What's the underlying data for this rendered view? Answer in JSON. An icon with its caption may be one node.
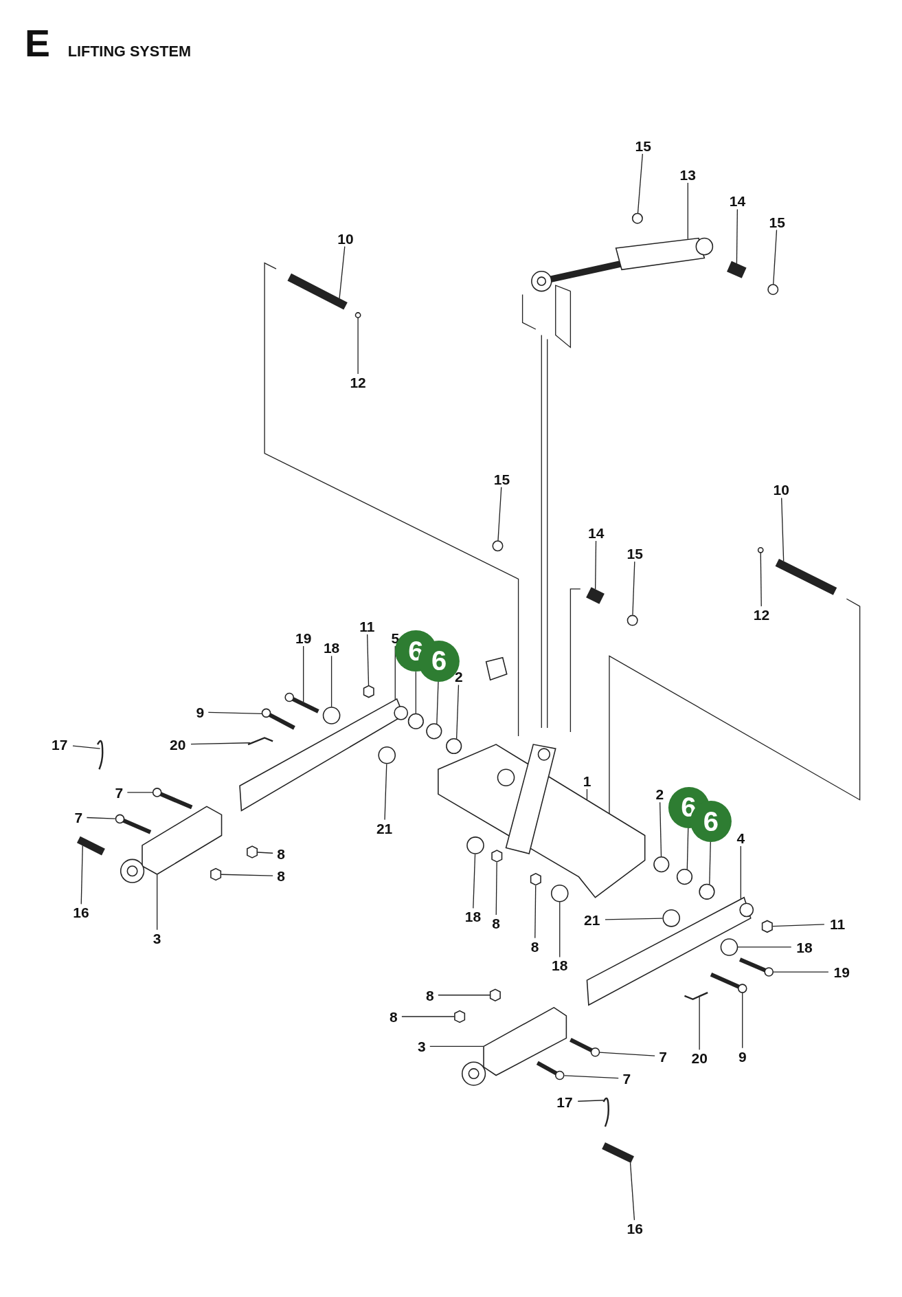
{
  "diagram": {
    "title": "LIFTING SYSTEM",
    "labels": [
      "E"
    ],
    "nodes": [
      {
        "text": [
          "15"
        ]
      },
      {
        "text": [
          "13"
        ]
      },
      {
        "text": [
          "14"
        ]
      },
      {
        "text": [
          "15"
        ]
      },
      {
        "text": [
          "10"
        ]
      },
      {
        "text": [
          "12"
        ]
      },
      {
        "text": [
          "15"
        ]
      },
      {
        "text": [
          "10"
        ]
      },
      {
        "text": [
          "14"
        ]
      },
      {
        "text": [
          "15"
        ]
      },
      {
        "text": [
          "12"
        ]
      },
      {
        "text": [
          "19"
        ]
      },
      {
        "text": [
          "18"
        ]
      },
      {
        "text": [
          "11"
        ]
      },
      {
        "text": [
          "5"
        ]
      },
      {
        "text": [
          "6"
        ]
      },
      {
        "text": [
          "6"
        ]
      },
      {
        "text": [
          "2"
        ]
      },
      {
        "text": [
          "9"
        ]
      },
      {
        "text": [
          "17"
        ]
      },
      {
        "text": [
          "20"
        ]
      },
      {
        "text": [
          "7"
        ]
      },
      {
        "text": [
          "1"
        ]
      },
      {
        "text": [
          "21"
        ]
      },
      {
        "text": [
          "2"
        ]
      },
      {
        "text": [
          "6"
        ]
      },
      {
        "text": [
          "6"
        ]
      },
      {
        "text": [
          "7"
        ]
      },
      {
        "text": [
          "4"
        ]
      },
      {
        "text": [
          "8"
        ]
      },
      {
        "text": [
          "8"
        ]
      },
      {
        "text": [
          "16"
        ]
      },
      {
        "text": [
          "11"
        ]
      },
      {
        "text": [
          "3"
        ]
      },
      {
        "text": [
          "18"
        ]
      },
      {
        "text": [
          "8"
        ]
      },
      {
        "text": [
          "21"
        ]
      },
      {
        "text": [
          "8"
        ]
      },
      {
        "text": [
          "18"
        ]
      },
      {
        "text": [
          "18"
        ]
      },
      {
        "text": [
          "19"
        ]
      },
      {
        "text": [
          "8"
        ]
      },
      {
        "text": [
          "8"
        ]
      },
      {
        "text": [
          "3"
        ]
      },
      {
        "text": [
          "7"
        ]
      },
      {
        "text": [
          "20"
        ]
      },
      {
        "text": [
          "9"
        ]
      },
      {
        "text": [
          "7"
        ]
      },
      {
        "text": [
          "17"
        ]
      },
      {
        "text": [
          "16"
        ]
      },
      {
        "text": [],
        "shape": "circle"
      },
      {
        "text": [],
        "shape": "picture"
      },
      {
        "text": [],
        "shape": "picture"
      },
      {
        "text": [],
        "shape": "circle"
      },
      {
        "text": [],
        "shape": "picture"
      },
      {
        "text": [],
        "shape": "circle"
      },
      {
        "text": [],
        "shape": "circle"
      },
      {
        "text": [],
        "shape": "picture"
      },
      {
        "text": [],
        "shape": "picture"
      },
      {
        "text": [],
        "shape": "circle"
      },
      {
        "text": [],
        "shape": "circle"
      },
      {
        "text": [],
        "shape": "picture"
      },
      {
        "text": [],
        "shape": "circle"
      },
      {
        "text": [],
        "shape": "hexagon"
      },
      {
        "text": [],
        "shape": "picture"
      },
      {
        "text": [],
        "shape": "circle"
      },
      {
        "text": [],
        "shape": "circle"
      },
      {
        "text": [],
        "shape": "circle"
      },
      {
        "text": [],
        "shape": "picture"
      },
      {
        "text": [],
        "shape": "picture"
      },
      {
        "text": [],
        "shape": "picture"
      },
      {
        "text": [],
        "shape": "picture"
      },
      {
        "text": [],
        "shape": "picture"
      },
      {
        "text": [],
        "shape": "circle"
      },
      {
        "text": [],
        "shape": "circle"
      },
      {
        "text": [],
        "shape": "circle"
      },
      {
        "text": [],
        "shape": "circle"
      },
      {
        "text": [],
        "shape": "picture"
      },
      {
        "text": [],
        "shape": "picture"
      },
      {
        "text": [],
        "shape": "hexagon"
      },
      {
        "text": [],
        "shape": "hexagon"
      },
      {
        "text": [],
        "shape": "picture"
      },
      {
        "text": [],
        "shape": "hexagon"
      },
      {
        "text": [],
        "shape": "picture"
      },
      {
        "text": [],
        "shape": "circle"
      },
      {
        "text": [],
        "shape": "hexagon"
      },
      {
        "text": [],
        "shape": "circle"
      },
      {
        "text": [],
        "shape": "hexagon"
      },
      {
        "text": [],
        "shape": "circle"
      },
      {
        "text": [],
        "shape": "circle"
      },
      {
        "text": [],
        "shape": "picture"
      },
      {
        "text": [],
        "shape": "hexagon"
      },
      {
        "text": [],
        "shape": "hexagon"
      },
      {
        "text": [],
        "shape": "picture"
      },
      {
        "text": [],
        "shape": "picture"
      },
      {
        "text": [],
        "shape": "picture"
      },
      {
        "text": [],
        "shape": "picture"
      },
      {
        "text": [],
        "shape": "picture"
      },
      {
        "text": [],
        "shape": "picture"
      },
      {
        "text": [],
        "shape": "picture"
      }
    ],
    "edges": [
      {
        "from": 0,
        "to": 50,
        "arrow": "none"
      },
      {
        "from": 1,
        "to": 51,
        "arrow": "none"
      },
      {
        "from": 2,
        "to": 52,
        "arrow": "none"
      },
      {
        "from": 3,
        "to": 53,
        "arrow": "none"
      },
      {
        "from": 4,
        "to": 54,
        "arrow": "none"
      },
      {
        "from": 5,
        "to": 55,
        "arrow": "none"
      },
      {
        "from": 6,
        "to": 56,
        "arrow": "none"
      },
      {
        "from": 7,
        "to": 57,
        "arrow": "none"
      },
      {
        "from": 8,
        "to": 58,
        "arrow": "none"
      },
      {
        "from": 9,
        "to": 59,
        "arrow": "none"
      },
      {
        "from": 10,
        "to": 60,
        "arrow": "none"
      },
      {
        "from": 11,
        "to": 61,
        "arrow": "none"
      },
      {
        "from": 12,
        "to": 62,
        "arrow": "none"
      },
      {
        "from": 13,
        "to": 63,
        "arrow": "none"
      },
      {
        "from": 14,
        "to": 64,
        "arrow": "none"
      },
      {
        "from": 15,
        "to": 65,
        "arrow": "none"
      },
      {
        "from": 16,
        "to": 66,
        "arrow": "none"
      },
      {
        "from": 17,
        "to": 67,
        "arrow": "none"
      },
      {
        "from": 18,
        "to": 68,
        "arrow": "none"
      },
      {
        "from": 19,
        "to": 69,
        "arrow": "none"
      },
      {
        "from": 20,
        "to": 70,
        "arrow": "none"
      },
      {
        "from": 21,
        "to": 71,
        "arrow": "none"
      },
      {
        "from": 22,
        "to": 72,
        "arrow": "none"
      },
      {
        "from": 23,
        "to": 73,
        "arrow": "none"
      },
      {
        "from": 24,
        "to": 74,
        "arrow": "none"
      },
      {
        "from": 25,
        "to": 75,
        "arrow": "none"
      },
      {
        "from": 26,
        "to": 76,
        "arrow": "none"
      },
      {
        "from": 27,
        "to": 77,
        "arrow": "none"
      },
      {
        "from": 28,
        "to": 78,
        "arrow": "none"
      },
      {
        "from": 29,
        "to": 79,
        "arrow": "none"
      },
      {
        "from": 30,
        "to": 80,
        "arrow": "none"
      },
      {
        "from": 31,
        "to": 81,
        "arrow": "none"
      },
      {
        "from": 32,
        "to": 82,
        "arrow": "none"
      },
      {
        "from": 33,
        "to": 83,
        "arrow": "none"
      },
      {
        "from": 34,
        "to": 84,
        "arrow": "none"
      },
      {
        "from": 35,
        "to": 85,
        "arrow": "none"
      },
      {
        "from": 36,
        "to": 86,
        "arrow": "none"
      },
      {
        "from": 37,
        "to": 87,
        "arrow": "none"
      },
      {
        "from": 38,
        "to": 88,
        "arrow": "none"
      },
      {
        "from": 39,
        "to": 89,
        "arrow": "none"
      },
      {
        "from": 40,
        "to": 90,
        "arrow": "none"
      },
      {
        "from": 41,
        "to": 91,
        "arrow": "none"
      },
      {
        "from": 42,
        "to": 92,
        "arrow": "none"
      },
      {
        "from": 43,
        "to": 93,
        "arrow": "none"
      },
      {
        "from": 44,
        "to": 94,
        "arrow": "none"
      },
      {
        "from": 45,
        "to": 95,
        "arrow": "none"
      },
      {
        "from": 46,
        "to": 96,
        "arrow": "none"
      },
      {
        "from": 47,
        "to": 97,
        "arrow": "none"
      },
      {
        "from": 48,
        "to": 98,
        "arrow": "none"
      },
      {
        "from": 49,
        "to": 99,
        "arrow": "none"
      }
    ]
  }
}
